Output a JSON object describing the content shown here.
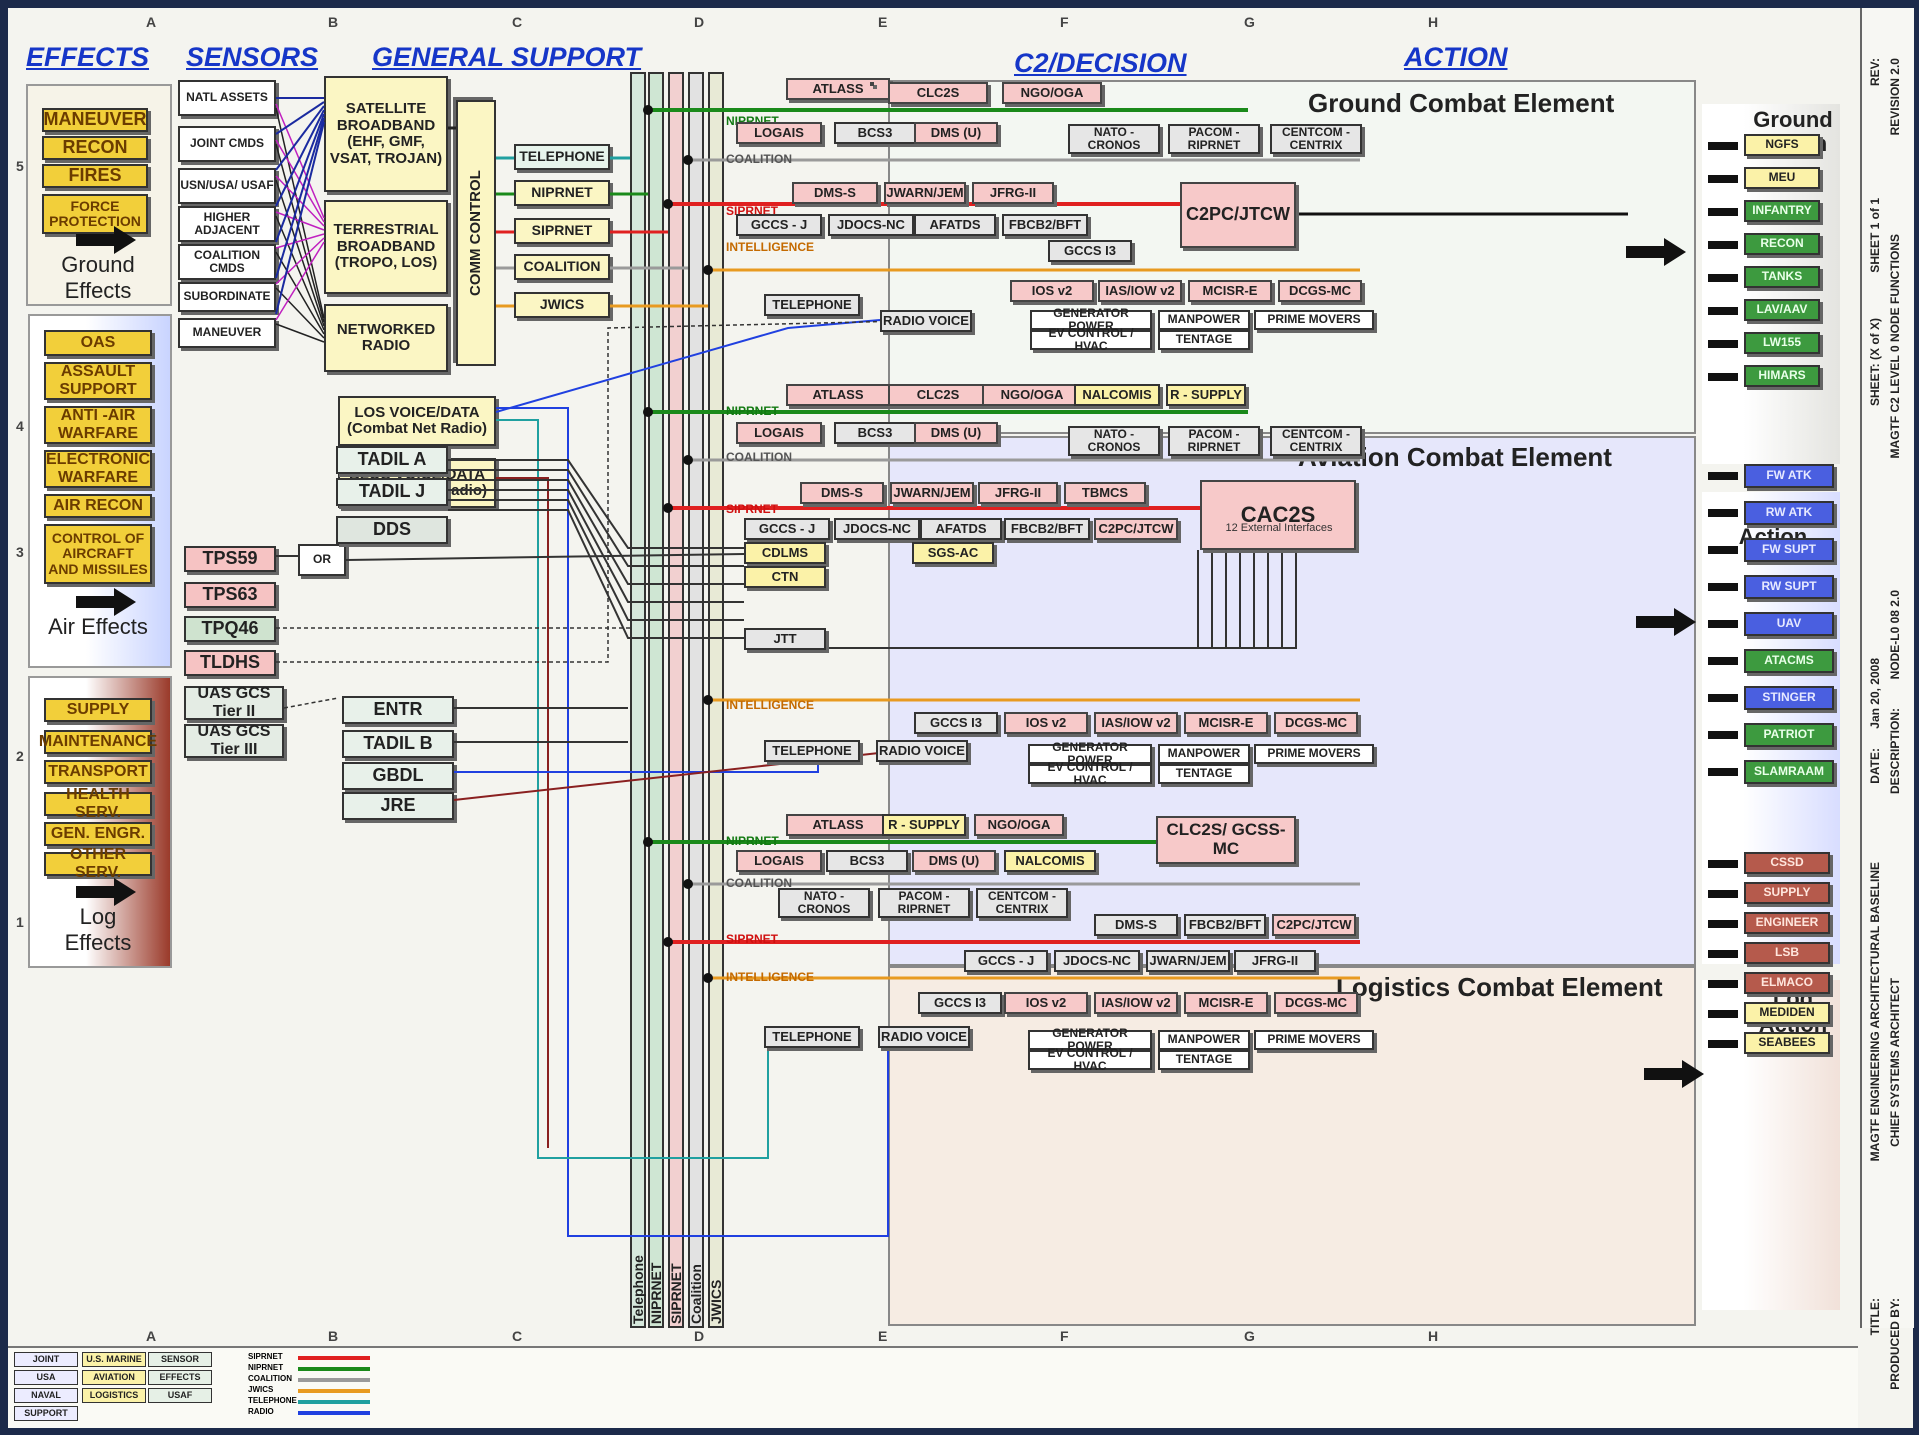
{
  "columns_top": [
    "A",
    "B",
    "C",
    "D",
    "E",
    "F",
    "G",
    "H"
  ],
  "columns_bottom": [
    "A",
    "B",
    "C",
    "D",
    "E",
    "F",
    "G",
    "H"
  ],
  "rows": [
    "5",
    "4",
    "3",
    "2",
    "1"
  ],
  "headers": {
    "effects": "EFFECTS",
    "sensors": "SENSORS",
    "general_support": "GENERAL SUPPORT",
    "c2": "C2/DECISION",
    "action": "ACTION"
  },
  "effects": {
    "ground": [
      "MANEUVER",
      "RECON",
      "FIRES",
      "FORCE PROTECTION"
    ],
    "ground_label": "Ground Effects",
    "air": [
      "OAS",
      "ASSAULT SUPPORT",
      "ANTI -AIR WARFARE",
      "ELECTRONIC WARFARE",
      "AIR RECON",
      "CONTROL OF AIRCRAFT AND MISSILES"
    ],
    "air_label": "Air Effects",
    "log": [
      "SUPPLY",
      "MAINTENANCE",
      "TRANSPORT",
      "HEALTH SERV.",
      "GEN. ENGR.",
      "OTHER SERV."
    ],
    "log_label": "Log Effects"
  },
  "sensors": [
    "NATL ASSETS",
    "JOINT CMDS",
    "USN/USA/ USAF",
    "HIGHER ADJACENT",
    "COALITION CMDS",
    "SUBORDINATE",
    "MANEUVER"
  ],
  "radar_sensors": [
    "TPS59",
    "TPS63",
    "TPQ46",
    "TLDHS",
    "UAS GCS Tier II",
    "UAS GCS Tier III"
  ],
  "or_label": "OR",
  "general_support": {
    "satellite": "SATELLITE BROADBAND (EHF, GMF, VSAT, TROJAN)",
    "terrestrial": "TERRESTRIAL BROADBAND (TROPO, LOS)",
    "networked": "NETWORKED RADIO",
    "comm_control": "COMM CONTROL",
    "services": [
      "TELEPHONE",
      "NIPRNET",
      "SIPRNET",
      "COALITION",
      "JWICS"
    ],
    "los": "LOS VOICE/DATA (Combat Net Radio)",
    "blos": "BLOS VOICE/DATA (Combat Net Radio)",
    "tadil": [
      "TADIL A",
      "TADIL J",
      "DDS"
    ],
    "tadil2": [
      "ENTR",
      "TADIL B",
      "GBDL",
      "JRE"
    ]
  },
  "bus_labels": [
    "Telephone",
    "NIPRNET",
    "SIPRNET",
    "Coalition",
    "JWICS"
  ],
  "gce": {
    "title": "Ground Combat Element",
    "row1": [
      "ATLASS",
      "CLC2S",
      "NGO/OGA"
    ],
    "row2": [
      "LOGAIS",
      "BCS3",
      "DMS (U)"
    ],
    "coal": [
      "NATO - CRONOS",
      "PACOM - RIPRNET",
      "CENTCOM - CENTRIX"
    ],
    "sip1": [
      "DMS-S",
      "JWARN/JEM",
      "JFRG-II"
    ],
    "sip2": [
      "GCCS - J",
      "JDOCS-NC",
      "AFATDS",
      "FBCB2/BFT"
    ],
    "c2": "C2PC/JTCW",
    "gccs": "GCCS I3",
    "intel": [
      "IOS v2",
      "IAS/IOW v2",
      "MCISR-E",
      "DCGS-MC"
    ],
    "tel": "TELEPHONE",
    "radio": "RADIO VOICE",
    "support": [
      "GENERATOR POWER",
      "MANPOWER",
      "PRIME MOVERS",
      "EV CONTROL / HVAC",
      "TENTAGE"
    ]
  },
  "ace": {
    "title": "Aviation Combat Element",
    "row1": [
      "ATLASS",
      "CLC2S",
      "NGO/OGA",
      "NALCOMIS",
      "R - SUPPLY"
    ],
    "row2": [
      "LOGAIS",
      "BCS3",
      "DMS (U)"
    ],
    "coal": [
      "NATO - CRONOS",
      "PACOM - RIPRNET",
      "CENTCOM - CENTRIX"
    ],
    "sip1": [
      "DMS-S",
      "JWARN/JEM",
      "JFRG-II",
      "TBMCS"
    ],
    "sip2": [
      "GCCS - J",
      "JDOCS-NC",
      "AFATDS",
      "FBCB2/BFT",
      "C2PC/JTCW"
    ],
    "cdlms": "CDLMS",
    "ctn": "CTN",
    "sgsac": "SGS-AC",
    "jtt": "JTT",
    "cac2s": "CAC2S",
    "cac2s_sub": "12 External Interfaces",
    "gccs": "GCCS I3",
    "intel": [
      "IOS v2",
      "IAS/IOW v2",
      "MCISR-E",
      "DCGS-MC"
    ],
    "tel": "TELEPHONE",
    "radio": "RADIO VOICE",
    "support": [
      "GENERATOR POWER",
      "MANPOWER",
      "PRIME MOVERS",
      "EV CONTROL / HVAC",
      "TENTAGE"
    ]
  },
  "lce": {
    "title": "Logistics Combat Element",
    "row1": [
      "ATLASS",
      "R - SUPPLY",
      "NGO/OGA"
    ],
    "row2": [
      "LOGAIS",
      "BCS3",
      "DMS (U)",
      "NALCOMIS"
    ],
    "clc2s": "CLC2S/ GCSS-MC",
    "coal": [
      "NATO - CRONOS",
      "PACOM - RIPRNET",
      "CENTCOM - CENTRIX"
    ],
    "sip1": [
      "DMS-S",
      "FBCB2/BFT",
      "C2PC/JTCW"
    ],
    "sip2": [
      "GCCS - J",
      "JDOCS-NC",
      "JWARN/JEM",
      "JFRG-II"
    ],
    "gccs": "GCCS I3",
    "intel": [
      "IOS v2",
      "IAS/IOW v2",
      "MCISR-E",
      "DCGS-MC"
    ],
    "tel": "TELEPHONE",
    "radio": "RADIO VOICE",
    "support": [
      "GENERATOR POWER",
      "MANPOWER",
      "PRIME MOVERS",
      "EV CONTROL / HVAC",
      "TENTAGE"
    ]
  },
  "nets": {
    "nipr": "NIPRNET",
    "coal": "COALITION",
    "sipr": "SIPRNET",
    "intel": "INTELLIGENCE"
  },
  "action": {
    "ground_label": "Ground Action",
    "ground": [
      "NGFS",
      "MEU",
      "INFANTRY",
      "RECON",
      "TANKS",
      "LAV/AAV",
      "LW155",
      "HIMARS"
    ],
    "air_label": "Air Action",
    "air": [
      "FW ATK",
      "RW ATK",
      "FW SUPT",
      "RW SUPT",
      "UAV",
      "ATACMS",
      "STINGER",
      "PATRIOT",
      "SLAMRAAM"
    ],
    "log_label": "Log Action",
    "log": [
      "CSSD",
      "SUPPLY",
      "ENGINEER",
      "LSB",
      "ELMACO",
      "MEDIDEN",
      "SEABEES"
    ]
  },
  "titleblock": {
    "rev_label": "REV:",
    "rev": "REVISION 2.0",
    "sheet_label": "SHEET 1 of 1",
    "sheetx_label": "SHEET: (X of X)",
    "desc": "MAGTF C2 LEVEL 0 NODE FUNCTIONS",
    "date_label": "DATE:",
    "date": "Jan 20, 2008",
    "desc_label": "DESCRIPTION:",
    "node": "NODE-L0 08 2.0",
    "title_label": "TITLE:",
    "title": "MAGTF ENGINEERING ARCHITECTURAL BASELINE",
    "prod_label": "PRODUCED BY:",
    "prod": "CHIEF SYSTEMS ARCHITECT"
  },
  "legend": {
    "keys": [
      "JOINT",
      "U.S. MARINE",
      "SENSOR",
      "USA",
      "AVIATION",
      "EFFECTS",
      "NAVAL",
      "LOGISTICS",
      "USAF",
      "SUPPORT"
    ],
    "lines": [
      "SIPRNET",
      "NIPRNET",
      "COALITION",
      "JWICS",
      "TELEPHONE",
      "RADIO"
    ],
    "line_colors": [
      "#e02020",
      "#1a8a1a",
      "#9a9a9a",
      "#e89a20",
      "#20a0a0",
      "#2040e0"
    ]
  }
}
